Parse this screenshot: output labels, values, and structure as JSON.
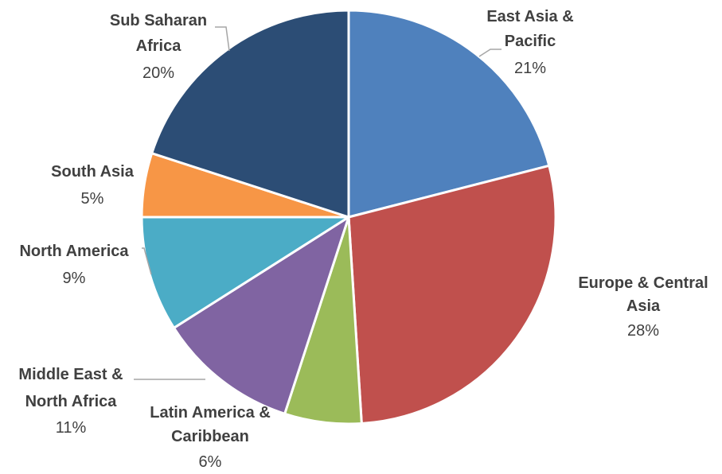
{
  "chart_data": {
    "type": "pie",
    "title": "",
    "legend": "none",
    "label_color": "#404040",
    "leader_line_color": "#a6a6a6",
    "slice_border_color": "#ffffff",
    "slices": [
      {
        "label_lines": [
          "East Asia &",
          "Pacific"
        ],
        "value": 21,
        "percent_label": "21%",
        "color": "#4f81bd"
      },
      {
        "label_lines": [
          "Europe & Central",
          "Asia"
        ],
        "value": 28,
        "percent_label": "28%",
        "color": "#c0504d"
      },
      {
        "label_lines": [
          "Latin America &",
          "Caribbean"
        ],
        "value": 6,
        "percent_label": "6%",
        "color": "#9bbb59"
      },
      {
        "label_lines": [
          "Middle East &",
          "North Africa"
        ],
        "value": 11,
        "percent_label": "11%",
        "color": "#8064a2"
      },
      {
        "label_lines": [
          "North America"
        ],
        "value": 9,
        "percent_label": "9%",
        "color": "#4bacc6"
      },
      {
        "label_lines": [
          "South Asia"
        ],
        "value": 5,
        "percent_label": "5%",
        "color": "#f79646"
      },
      {
        "label_lines": [
          "Sub Saharan",
          "Africa"
        ],
        "value": 20,
        "percent_label": "20%",
        "color": "#2c4d75"
      }
    ]
  }
}
